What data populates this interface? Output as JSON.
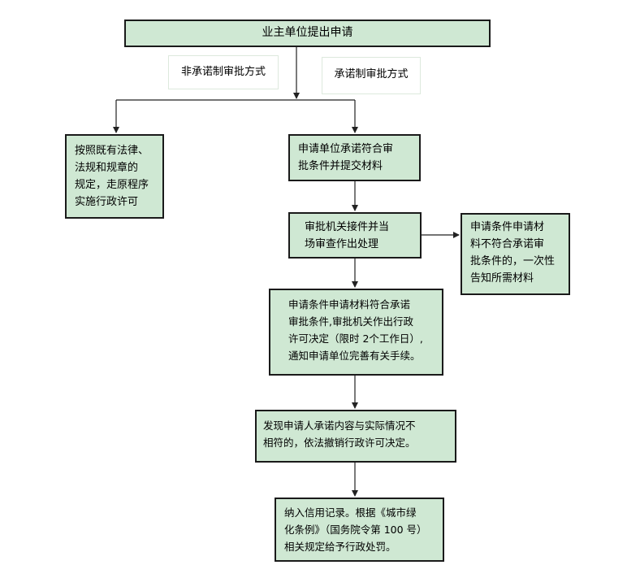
{
  "diagram": {
    "nodes": {
      "top": [
        "业主单位提出申请"
      ],
      "left": [
        "按照既有法律、",
        "法规和规章的",
        "规定，走原程序",
        "实施行政许可"
      ],
      "commit": [
        "申请单位承诺符合审",
        "批条件并提交材料"
      ],
      "review": [
        "审批机关接件并当",
        "场审查作出处理"
      ],
      "reject": [
        "申请条件申请材",
        "料不符合承诺审",
        "批条件的，一次性",
        "告知所需材料"
      ],
      "approve": [
        "申请条件申请材料符合承诺",
        "审批条件,审批机关作出行政",
        "许可决定（限时 2个工作日）,",
        "通知申请单位完善有关手续。"
      ],
      "revoke": [
        "发现申请人承诺内容与实际情况不",
        "相符的，依法撤销行政许可决定。"
      ],
      "credit": [
        "纳入信用记录。根据《城市绿",
        "化条例》（国务院令第 100 号）",
        "相关规定给予行政处罚。"
      ]
    },
    "edge_labels": {
      "non_commit": "非承诺制审批方式",
      "commit": "承诺制审批方式"
    },
    "colors": {
      "box_fill": "#cfe8d3",
      "border": "#1a1a1a"
    }
  }
}
